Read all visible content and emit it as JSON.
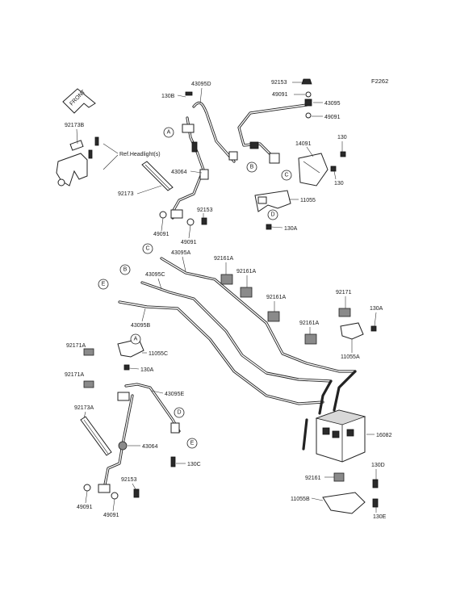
{
  "figure_code": "F2262",
  "front_arrow": "FRONT",
  "reference_note": "Ref.Headlight(s)",
  "part_labels": {
    "p43095D": "43095D",
    "p130B": "130B",
    "p92153_top": "92153",
    "p49091_top1": "49091",
    "p43095_top": "43095",
    "p49091_top2": "49091",
    "p92173B": "92173B",
    "p14091": "14091",
    "p130_a": "130",
    "p130_b": "130",
    "p43064_top": "43064",
    "p92173": "92173",
    "p11055": "11055",
    "p92153_mid": "92153",
    "p49091_l": "49091",
    "p49091_r": "49091",
    "p130A_top": "130A",
    "p43095A": "43095A",
    "p92161A_1": "92161A",
    "p92161A_2": "92161A",
    "p43095C": "43095C",
    "p92161A_3": "92161A",
    "p92171": "92171",
    "p130A_right": "130A",
    "p43095B": "43095B",
    "p92161A_4": "92161A",
    "p11055A": "11055A",
    "p92171A_1": "92171A",
    "p11055C": "11055C",
    "p130A_low": "130A",
    "p92171A_2": "92171A",
    "p43095E": "43095E",
    "p92173A": "92173A",
    "p43064_low": "43064",
    "p16082": "16082",
    "p130C": "130C",
    "p92161": "92161",
    "p130D": "130D",
    "p11055B": "11055B",
    "p92153_low": "92153",
    "p49091_low1": "49091",
    "p49091_low2": "49091",
    "p130E": "130E"
  },
  "callouts": {
    "A": "A",
    "B": "B",
    "C": "C",
    "D": "D",
    "E": "E"
  }
}
